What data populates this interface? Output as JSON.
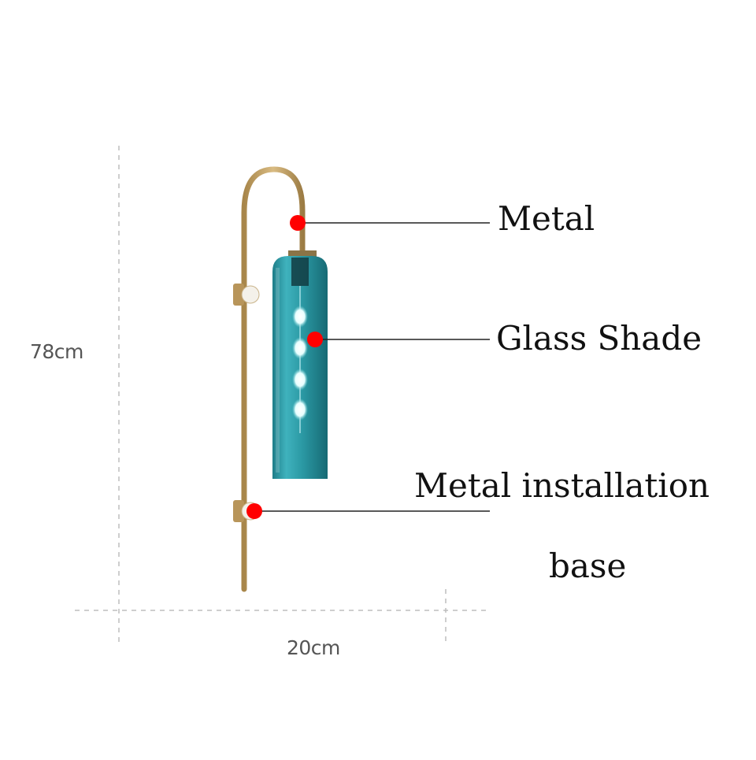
{
  "dimensions": {
    "height": "78cm",
    "width": "20cm"
  },
  "callouts": {
    "metal": "Metal",
    "glass_shade": "Glass Shade",
    "base_line1": "Metal installation",
    "base_line2": "base"
  },
  "colors": {
    "marker": "#ff0000",
    "rod": "#c4a36a",
    "shade": "#2b9aa6",
    "dimension_line": "#bdbdbd",
    "leader_line": "#222222"
  }
}
